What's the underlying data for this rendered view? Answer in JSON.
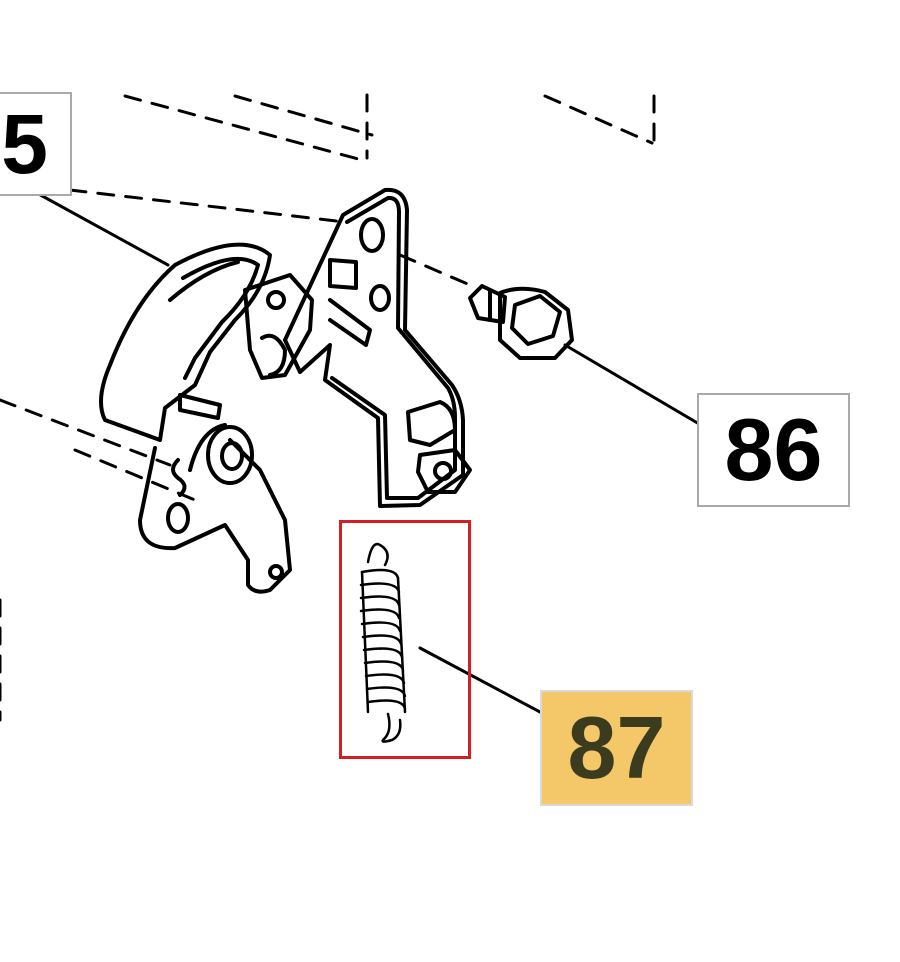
{
  "callouts": {
    "part_85": {
      "label": "5"
    },
    "part_86": {
      "label": "86"
    },
    "part_87": {
      "label": "87"
    }
  },
  "highlight": {
    "part": "87",
    "box_color": "#d21f26",
    "label_background": "#f4c768"
  },
  "colors": {
    "line": "#000000",
    "callout_border": "#a9a9a9"
  }
}
